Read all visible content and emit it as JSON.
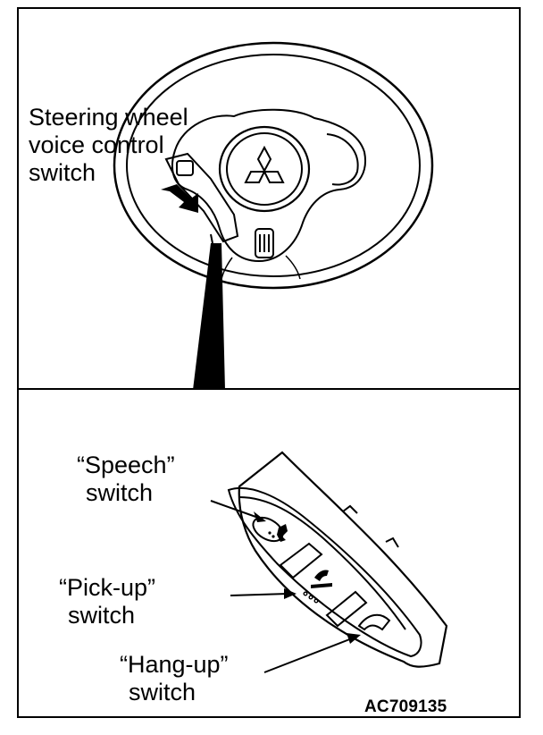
{
  "labels": {
    "wheel": [
      "Steering wheel",
      "voice control",
      "switch"
    ],
    "speech": [
      "“Speech”",
      "switch"
    ],
    "pickup": [
      "“Pick-up”",
      "switch"
    ],
    "hangup": [
      "“Hang-up”",
      "switch"
    ]
  },
  "figure_id": "AC709135",
  "colors": {
    "ink": "#000000",
    "paper": "#ffffff"
  }
}
